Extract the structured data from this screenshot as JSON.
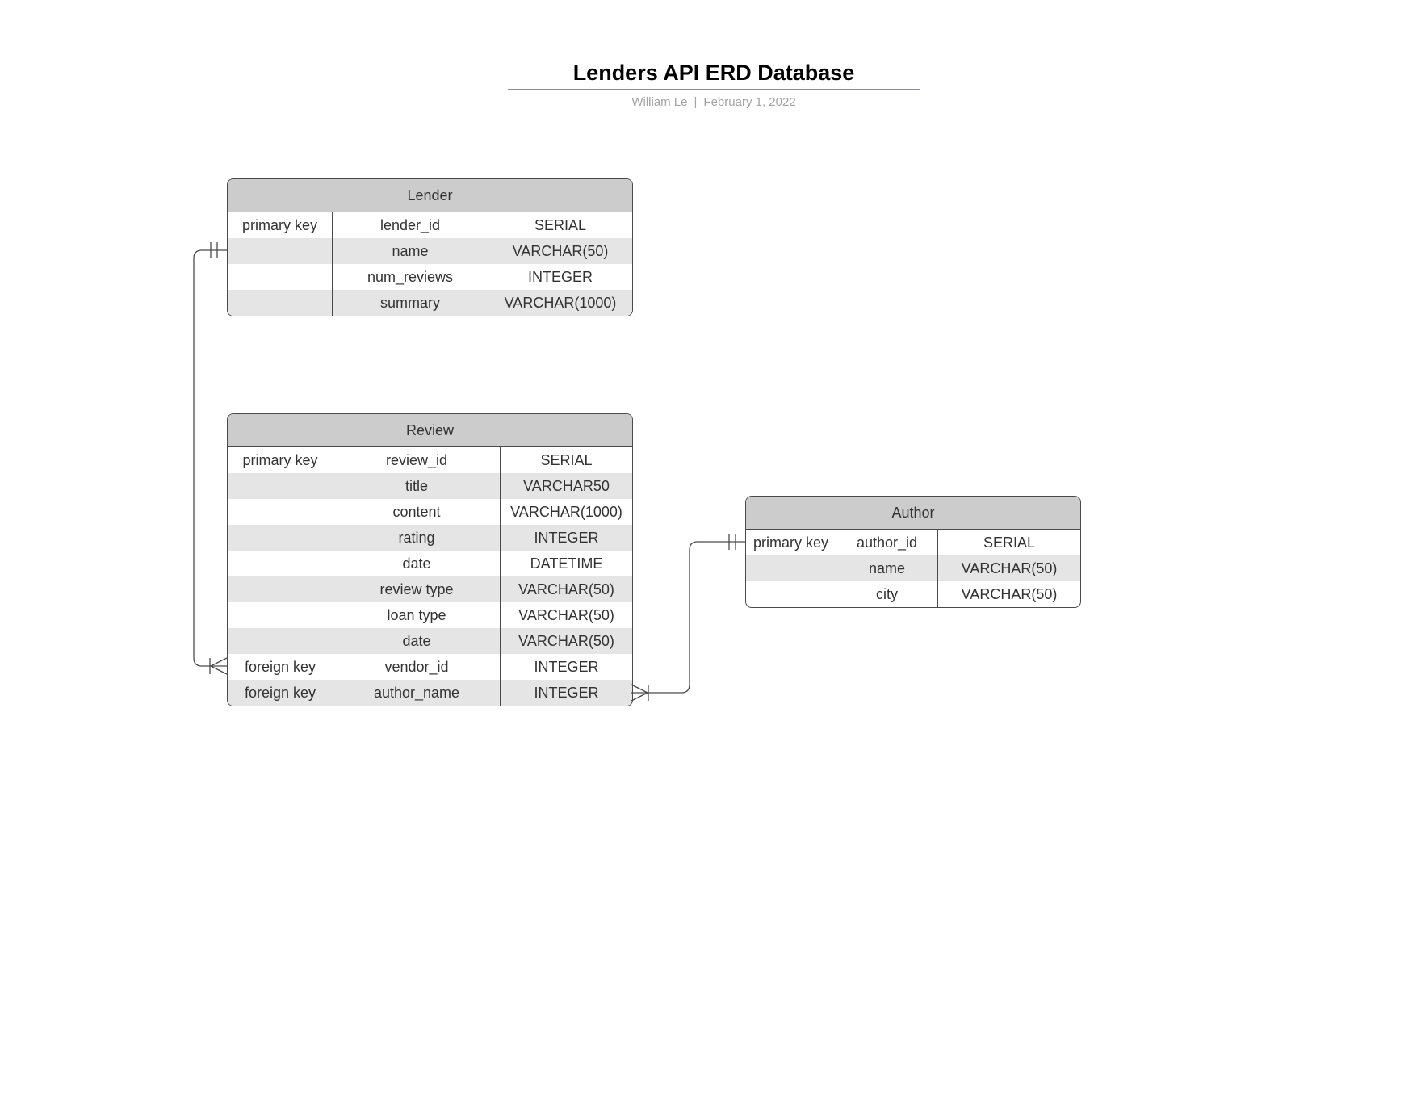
{
  "header": {
    "title": "Lenders API ERD Database",
    "author": "William Le",
    "separator": "|",
    "date": "February 1, 2022"
  },
  "entities": [
    {
      "name": "Lender",
      "rows": [
        [
          "primary key",
          "lender_id",
          "SERIAL"
        ],
        [
          "",
          "name",
          "VARCHAR(50)"
        ],
        [
          "",
          "num_reviews",
          "INTEGER"
        ],
        [
          "",
          "summary",
          "VARCHAR(1000)"
        ]
      ]
    },
    {
      "name": "Review",
      "rows": [
        [
          "primary key",
          "review_id",
          "SERIAL"
        ],
        [
          "",
          "title",
          "VARCHAR50"
        ],
        [
          "",
          "content",
          "VARCHAR(1000)"
        ],
        [
          "",
          "rating",
          "INTEGER"
        ],
        [
          "",
          "date",
          "DATETIME"
        ],
        [
          "",
          "review type",
          "VARCHAR(50)"
        ],
        [
          "",
          "loan type",
          "VARCHAR(50)"
        ],
        [
          "",
          "date",
          "VARCHAR(50)"
        ],
        [
          "foreign key",
          "vendor_id",
          "INTEGER"
        ],
        [
          "foreign key",
          "author_name",
          "INTEGER"
        ]
      ]
    },
    {
      "name": "Author",
      "rows": [
        [
          "primary key",
          "author_id",
          "SERIAL"
        ],
        [
          "",
          "name",
          "VARCHAR(50)"
        ],
        [
          "",
          "city",
          "VARCHAR(50)"
        ]
      ]
    }
  ],
  "relationships": [
    {
      "from": "Lender",
      "to": "Review",
      "from_cardinality": "one-and-only-one",
      "to_cardinality": "one-or-many"
    },
    {
      "from": "Author",
      "to": "Review",
      "from_cardinality": "one-and-only-one",
      "to_cardinality": "one-or-many"
    }
  ]
}
